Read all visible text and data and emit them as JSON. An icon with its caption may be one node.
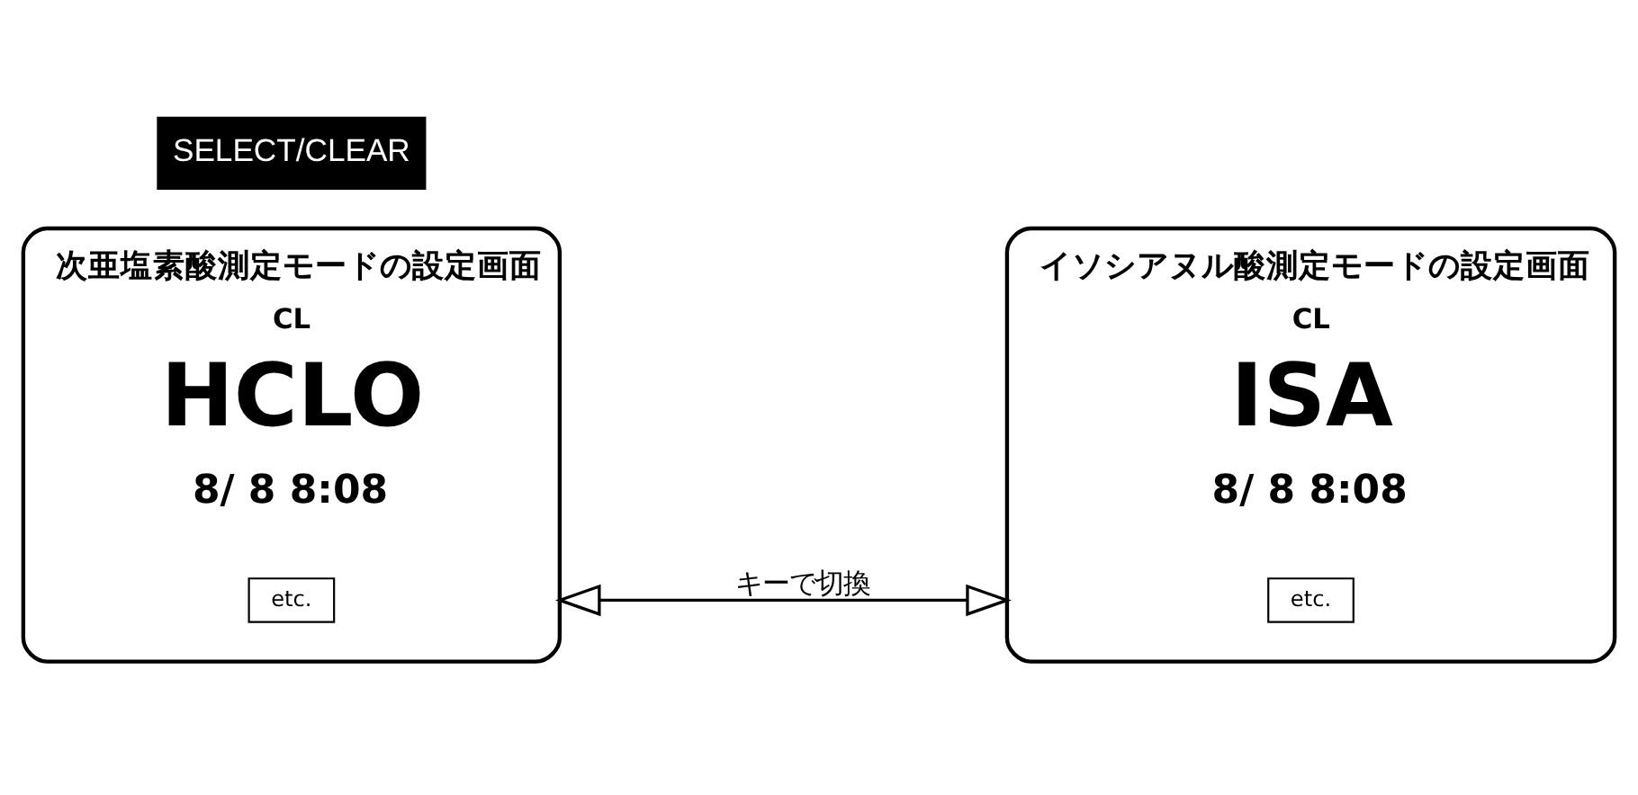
{
  "diagram": {
    "nodes": [
      {
        "text": [
          "次亜塩素酸測定モードの設定画面",
          "CL",
          "HCLO",
          "8/ 8 8:08"
        ]
      },
      {
        "text": [
          "etc."
        ],
        "in": 0
      },
      {
        "text": [
          "イソシアヌル酸測定モードの設定画面",
          "CL",
          "ISA",
          "8/ 8 8:08"
        ]
      },
      {
        "text": [
          "etc."
        ],
        "in": 2
      }
    ],
    "edges": [
      {
        "from": 0,
        "to": 2,
        "arrow": "both",
        "label": "キーで切換"
      }
    ],
    "labels": [
      "SELECT/CLEAR"
    ]
  }
}
